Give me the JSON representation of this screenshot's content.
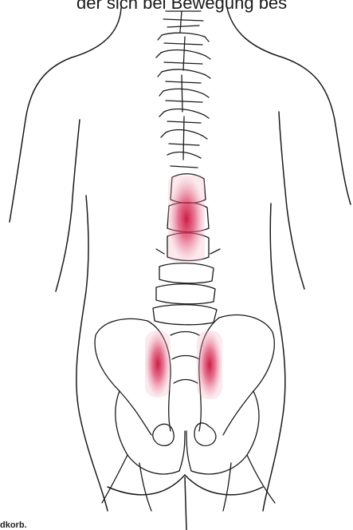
{
  "caption_top": "der sich bei Bewegung bes",
  "caption_bottom": "dkorb.",
  "colors": {
    "line": "#1a1a1a",
    "pain": "#d6204a"
  },
  "pain_regions": [
    "lumbar-spine",
    "left-sacroiliac",
    "right-sacroiliac"
  ]
}
